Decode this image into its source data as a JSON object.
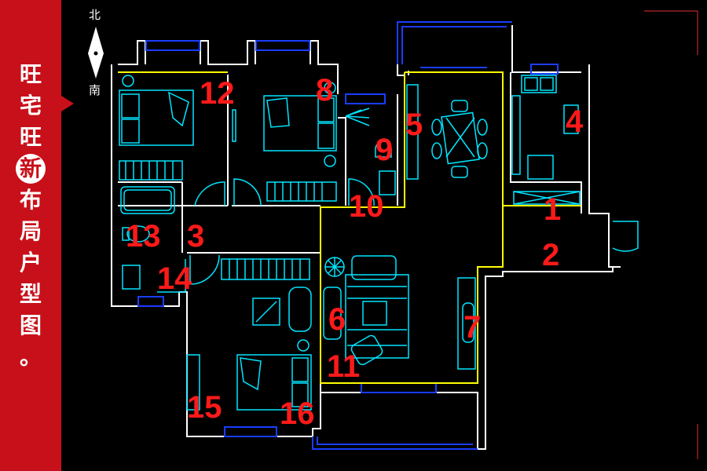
{
  "sidebar": {
    "title_lines": [
      "旺",
      "宅",
      "旺",
      "新",
      "布",
      "局",
      "户",
      "型",
      "图",
      "。"
    ],
    "accent_color": "#c8101a"
  },
  "compass": {
    "north": "北",
    "south": "南"
  },
  "rooms": {
    "r1": "1",
    "r2": "2",
    "r3": "3",
    "r4": "4",
    "r5": "5",
    "r6": "6",
    "r7": "7",
    "r8": "8",
    "r9": "9",
    "r10": "10",
    "r11": "11",
    "r12": "12",
    "r13": "13",
    "r14": "14",
    "r15": "15",
    "r16": "16"
  },
  "colors": {
    "wall": "#ffffff",
    "furniture": "#00e5ff",
    "window": "#1a3dff",
    "zone": "#ffff00",
    "label": "#ff1a1a"
  }
}
